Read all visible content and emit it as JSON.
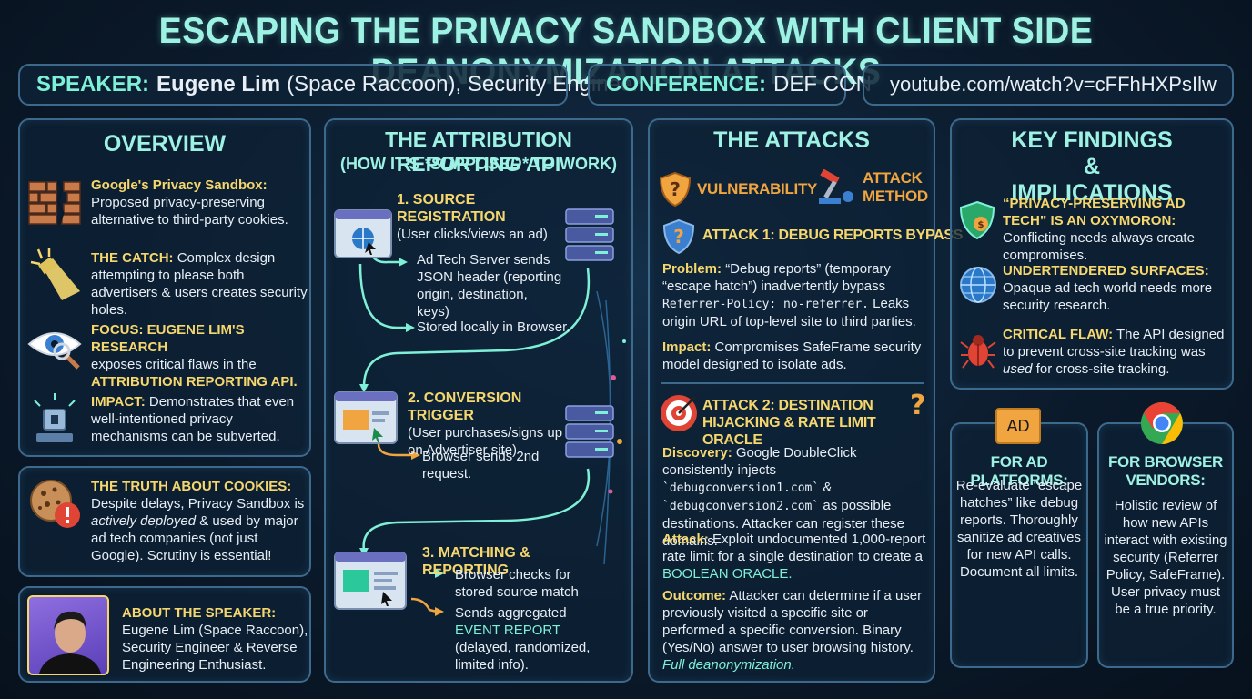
{
  "title": "ESCAPING THE PRIVACY SANDBOX WITH CLIENT SIDE DEANONYMIZATION ATTACKS",
  "header": {
    "speaker_label": "SPEAKER:",
    "speaker_name": "Eugene Lim",
    "speaker_rest": "(Space Raccoon), Security Engineer",
    "conference_label": "CONFERENCE:",
    "conference_value": "DEF CON",
    "video_url": "youtube.com/watch?v=cFFhHXPsIlw"
  },
  "overview": {
    "heading": "OVERVIEW",
    "items": [
      {
        "key": "Google's Privacy Sandbox:",
        "text": "Proposed privacy-preserving alternative to third-party cookies.",
        "icon": "broken-brick-wall-icon"
      },
      {
        "key": "THE CATCH:",
        "text": "Complex design attempting to please both advertisers & users creates security holes.",
        "icon": "spotlight-icon"
      },
      {
        "key": "FOCUS: EUGENE LIM'S RESEARCH",
        "text": "exposes critical flaws in the",
        "key2": "ATTRIBUTION REPORTING API.",
        "icon": "eye-magnifier-icon"
      },
      {
        "key": "IMPACT:",
        "text": "Demonstrates that even well-intentioned privacy mechanisms can be subverted.",
        "icon": "broken-lock-icon"
      }
    ]
  },
  "cookies": {
    "key": "THE TRUTH ABOUT COOKIES:",
    "text1": "Despite delays, Privacy Sandbox is",
    "em": "actively deployed",
    "text2": "& used by major ad tech companies (not just Google). Scrutiny is essential!"
  },
  "about": {
    "key": "ABOUT THE SPEAKER:",
    "text": "Eugene Lim (Space Raccoon), Security Engineer & Reverse Engineering Enthusiast."
  },
  "api": {
    "heading": "THE ATTRIBUTION REPORTING API",
    "sub1": "(HOW IT'S ",
    "sub_em": "*SUPPOSED*",
    "sub2": " TO WORK)",
    "step1_title": "1. SOURCE REGISTRATION",
    "step1_text": "(User clicks/views an ad)",
    "step1_a": "Ad Tech Server sends JSON header (reporting origin, destination, keys)",
    "step1_b": "Stored locally in Browser.",
    "step2_title": "2. CONVERSION TRIGGER",
    "step2_text": "(User purchases/signs up on Advertiser site)",
    "step2_a": "Browser sends 2nd request.",
    "step3_title": "3. MATCHING & REPORTING",
    "step3_a": "Browser checks for stored source match",
    "step3_b1": "Sends aggregated",
    "step3_b_em": "EVENT REPORT",
    "step3_b2": "(delayed, randomized, limited info)."
  },
  "attacks": {
    "heading": "THE ATTACKS",
    "legend_vuln": "VULNERABILITY",
    "legend_attack": "ATTACK METHOD",
    "a1_title": "ATTACK 1: DEBUG REPORTS BYPASS",
    "a1_problem_k": "Problem:",
    "a1_problem": "“Debug reports” (temporary “escape hatch”) inadvertently bypass",
    "a1_code": "Referrer-Policy: no-referrer.",
    "a1_problem2": "Leaks origin URL of top-level site to third parties.",
    "a1_impact_k": "Impact:",
    "a1_impact": "Compromises SafeFrame security model designed to isolate ads.",
    "a2_title": "ATTACK 2: DESTINATION HIJACKING & RATE LIMIT ORACLE",
    "a2_disc_k": "Discovery:",
    "a2_disc1": "Google DoubleClick consistently injects",
    "a2_code1": "`debugconversion1.com`",
    "a2_amp": "&",
    "a2_code2": "`debugconversion2.com`",
    "a2_disc2": "as possible destinations. Attacker can register these domains.",
    "a2_att_k": "Attack:",
    "a2_att": "Exploit undocumented 1,000-report rate limit for a single destination to create a",
    "a2_oracle": "BOOLEAN ORACLE.",
    "a2_out_k": "Outcome:",
    "a2_out": "Attacker can determine if a user previously visited a specific site or performed a specific conversion. Binary (Yes/No) answer to user browsing history.",
    "a2_out_em": "Full deanonymization."
  },
  "findings": {
    "heading": "KEY FINDINGS & IMPLICATIONS",
    "f1_k": "“PRIVACY-PRESERVING AD TECH” IS AN OXYMORON:",
    "f1": "Conflicting needs always create compromises.",
    "f2_k": "UNDERTENDERED SURFACES:",
    "f2": "Opaque ad tech world needs more security research.",
    "f3_k": "CRITICAL FLAW:",
    "f3a": "The API designed to prevent cross-site tracking was",
    "f3_em": "used",
    "f3b": "for cross-site tracking."
  },
  "platforms": {
    "badge": "AD",
    "heading": "FOR AD PLATFORMS:",
    "text": "Re-evaluate “escape hatches” like debug reports. Thoroughly sanitize ad creatives for new API calls. Document all limits."
  },
  "vendors": {
    "heading": "FOR BROWSER VENDORS:",
    "text": "Holistic review of how new APIs interact with existing security (Referrer Policy, SafeFrame). User privacy must be a true priority."
  },
  "colors": {
    "accent": "#7ff0d8",
    "key": "#f5d76e",
    "border": "#3d6a8c"
  }
}
